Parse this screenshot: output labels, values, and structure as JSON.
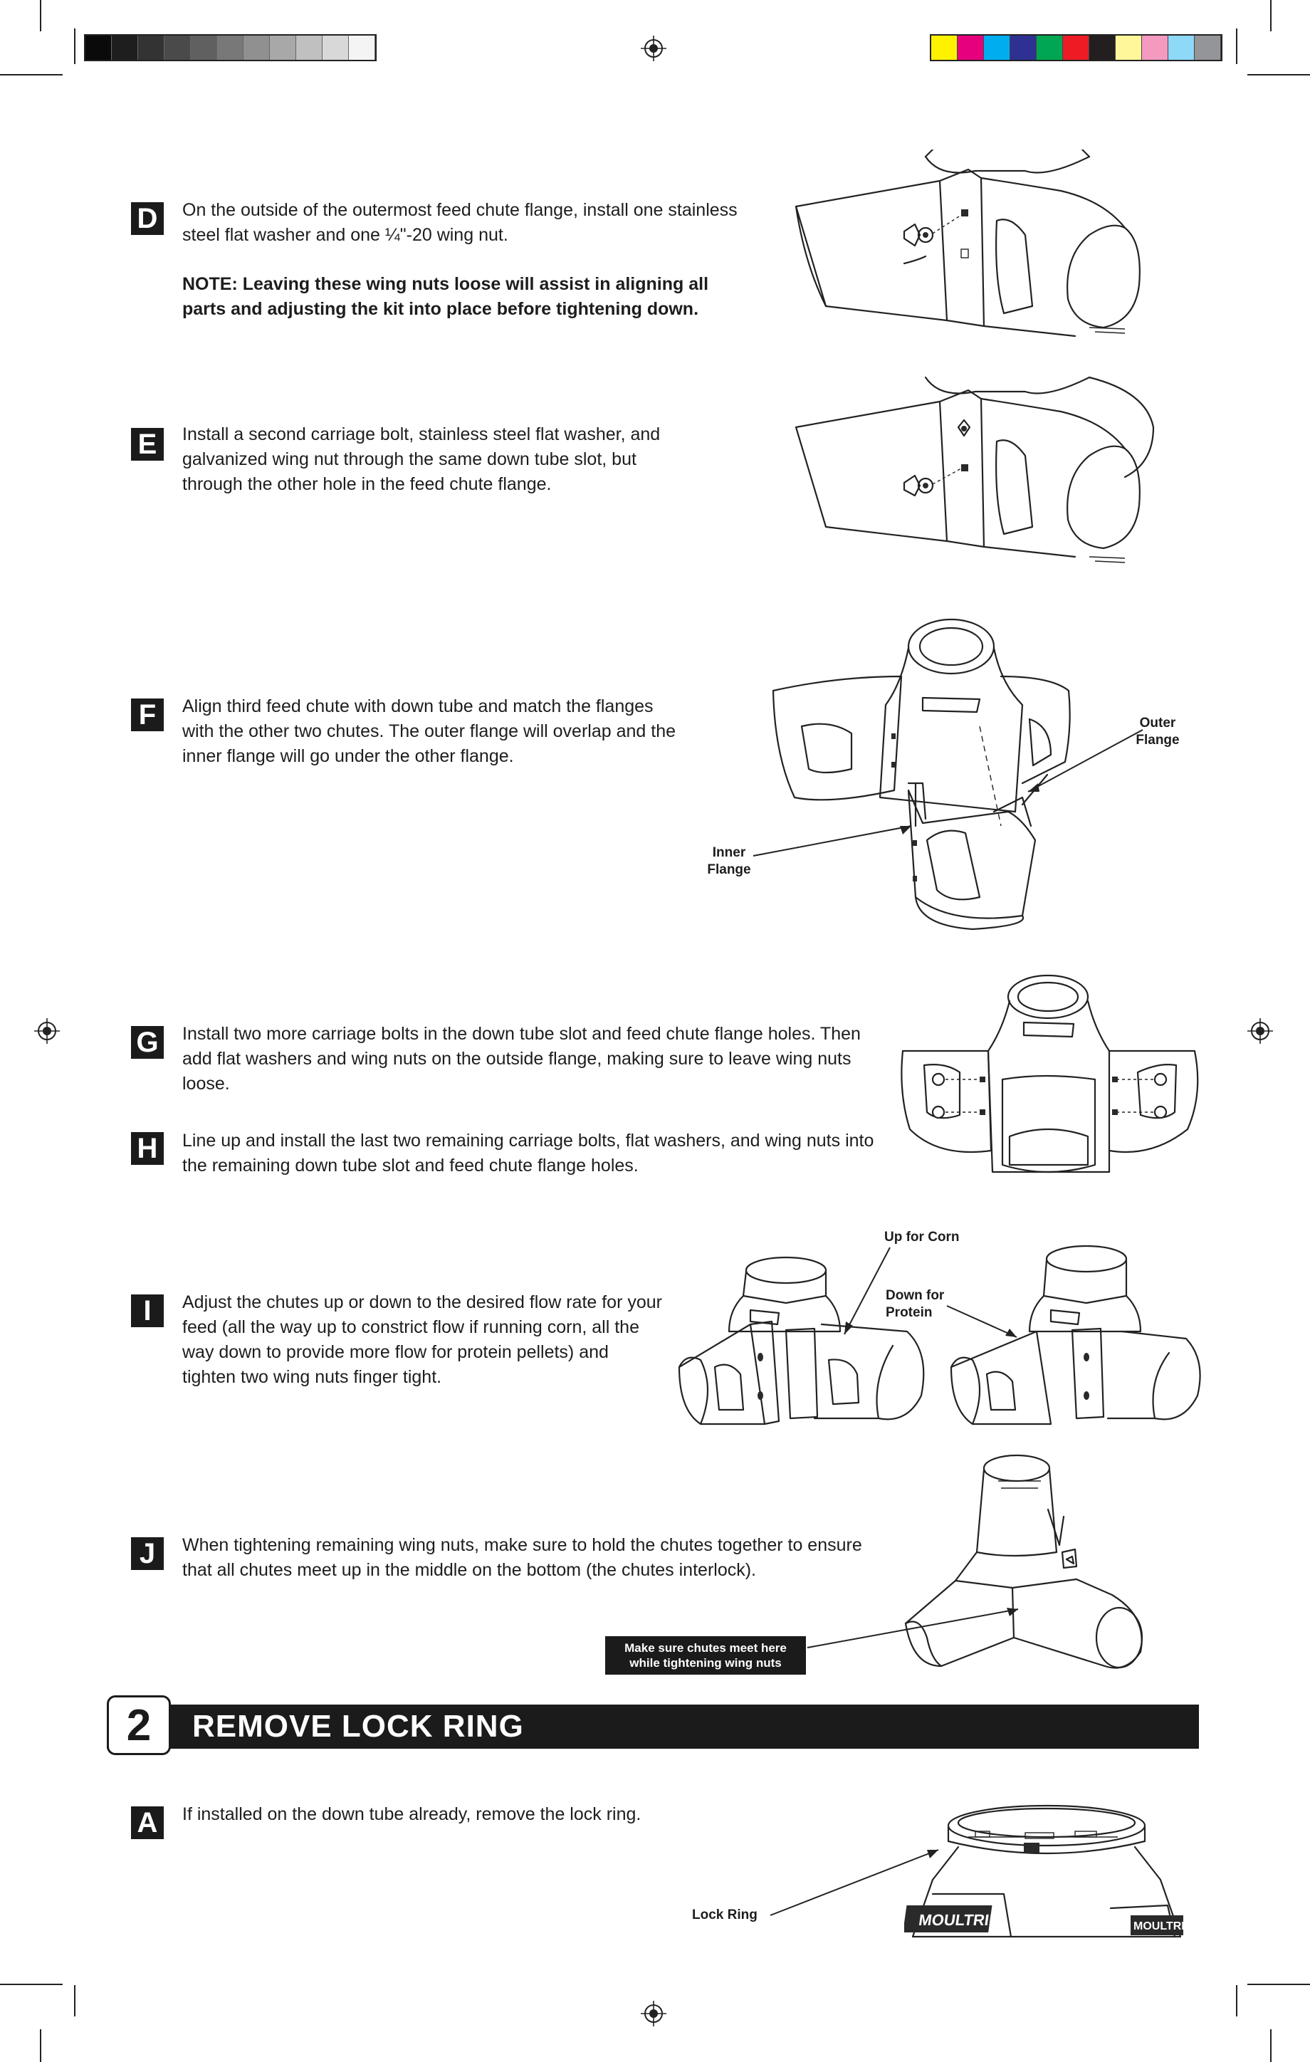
{
  "grayscale_swatches": [
    "#0a0a0a",
    "#1e1e1e",
    "#333333",
    "#4a4a4a",
    "#606060",
    "#787878",
    "#909090",
    "#a8a8a8",
    "#c0c0c0",
    "#d8d8d8",
    "#f4f4f4"
  ],
  "color_swatches": [
    "#fff200",
    "#e6007e",
    "#00aeef",
    "#2e3192",
    "#00a651",
    "#ed1c24",
    "#231f20",
    "#fff799",
    "#f49ac1",
    "#8ed8f8",
    "#939598"
  ],
  "steps": {
    "D": {
      "letter": "D",
      "text": "On the outside of the outermost feed chute flange, install one stainless steel flat washer and one ¼\"-20 wing nut.",
      "note": "NOTE: Leaving these wing nuts loose will assist in aligning all parts and adjusting the kit into place before tightening down."
    },
    "E": {
      "letter": "E",
      "text": "Install a second carriage bolt, stainless steel flat washer, and galvanized wing nut through the same down tube slot, but through the other hole in the feed chute flange."
    },
    "F": {
      "letter": "F",
      "text": "Align third feed chute with down tube and match the flanges with the other two chutes. The outer flange will overlap and the inner flange will go under the other flange.",
      "callout_outer": "Outer Flange",
      "callout_inner": "Inner Flange"
    },
    "G": {
      "letter": "G",
      "text": "Install two more carriage bolts in the down tube slot and feed chute flange holes. Then add flat washers and wing nuts on the outside flange, making sure to leave wing nuts loose."
    },
    "H": {
      "letter": "H",
      "text": "Line up and install the last two remaining carriage bolts, flat washers, and wing nuts into the remaining down tube slot and feed chute flange holes."
    },
    "I": {
      "letter": "I",
      "text": "Adjust the chutes up or down to the desired flow rate for your feed (all the way up to constrict flow if running corn, all the way down to provide more flow for protein pellets) and tighten two wing nuts finger tight.",
      "callout_up": "Up for Corn",
      "callout_down": "Down for Protein"
    },
    "J": {
      "letter": "J",
      "text": "When tightening remaining wing nuts, make sure to hold the chutes together to ensure that all chutes meet up in the middle on the bottom (the chutes interlock).",
      "callout": "Make sure chutes meet here while tightening wing nuts"
    }
  },
  "section2": {
    "number": "2",
    "title": "REMOVE LOCK RING",
    "step_A": {
      "letter": "A",
      "text": "If installed on the down tube already, remove the lock ring.",
      "callout": "Lock Ring"
    }
  },
  "brand_marking": "MOULTRIE"
}
